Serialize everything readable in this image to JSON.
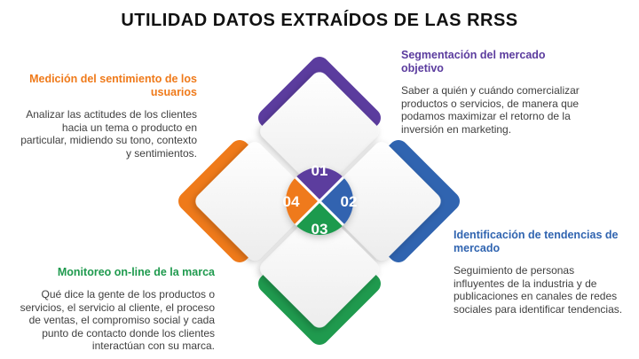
{
  "title": "UTILIDAD DATOS EXTRAÍDOS DE LAS RRSS",
  "colors": {
    "purple": "#5b3c9e",
    "blue": "#3064b0",
    "green": "#1f9a4e",
    "orange": "#ef7a1a"
  },
  "items": [
    {
      "number": "01",
      "heading": "Segmentación del mercado objetivo",
      "body": "Saber a quién y cuándo comercializar productos o servicios, de manera que podamos maximizar el retorno de la inversión en marketing.",
      "color": "purple"
    },
    {
      "number": "02",
      "heading": "Identificación de tendencias de mercado",
      "body": "Seguimiento de personas influyentes de la industria y de publicaciones en canales de redes sociales para identificar tendencias.",
      "color": "blue"
    },
    {
      "number": "03",
      "heading": "Monitoreo on-line de la marca",
      "body": "Qué dice la gente de los productos o servicios, el servicio al cliente, el proceso de ventas, el compromiso social y cada punto de contacto donde los clientes interactúan con su marca.",
      "color": "green"
    },
    {
      "number": "04",
      "heading": "Medición del sentimiento de los usuarios",
      "body": "Analizar las actitudes de los clientes hacia un tema o producto en particular, midiendo su tono, contexto y sentimientos.",
      "color": "orange"
    }
  ]
}
